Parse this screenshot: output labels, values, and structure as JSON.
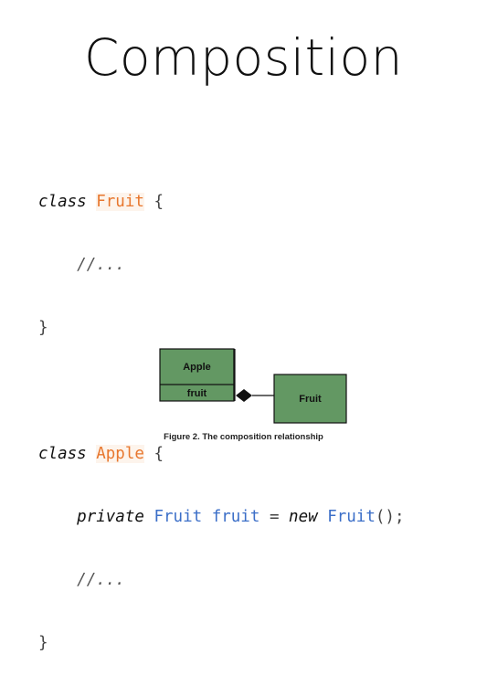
{
  "title": "Composition",
  "code": {
    "keyword_class": "class",
    "keyword_private": "private",
    "keyword_new": "new",
    "class_fruit": "Fruit",
    "class_apple": "Apple",
    "field_type": "Fruit",
    "field_name": "fruit",
    "ctor_type": "Fruit",
    "comment": "//...",
    "open_brace": "{",
    "close_brace": "}",
    "assign": "=",
    "call_end": "();"
  },
  "diagram": {
    "apple_class_name": "Apple",
    "apple_field": "fruit",
    "fruit_class_name": "Fruit",
    "box_fill": "#639863",
    "relationship": "composition"
  },
  "caption": "Figure 2. The composition relationship"
}
